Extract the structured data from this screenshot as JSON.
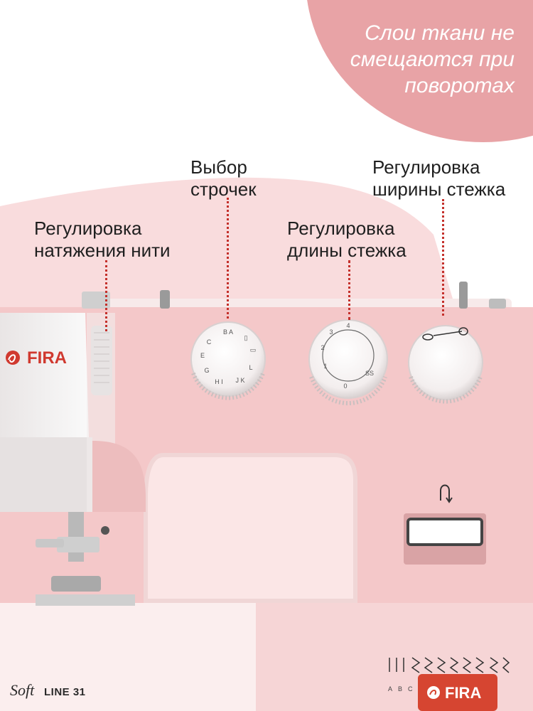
{
  "headline": {
    "lines": [
      "Слои ткани не",
      "смещаются при",
      "поворотах"
    ],
    "color": "#ffffff",
    "bubble_color": "#e8a3a6"
  },
  "labels": {
    "thread_tension": [
      "Регулировка",
      "натяжения нити"
    ],
    "stitch_select": [
      "Выбор",
      "строчек"
    ],
    "stitch_length": [
      "Регулировка",
      "длины стежка"
    ],
    "stitch_width": [
      "Регулировка",
      "ширины стежка"
    ]
  },
  "machine": {
    "brand": "FIRA",
    "model_soft": "Soft",
    "model_line": "LINE 31",
    "body_color": "#f4c8c9",
    "leader_color": "#c4302b"
  }
}
